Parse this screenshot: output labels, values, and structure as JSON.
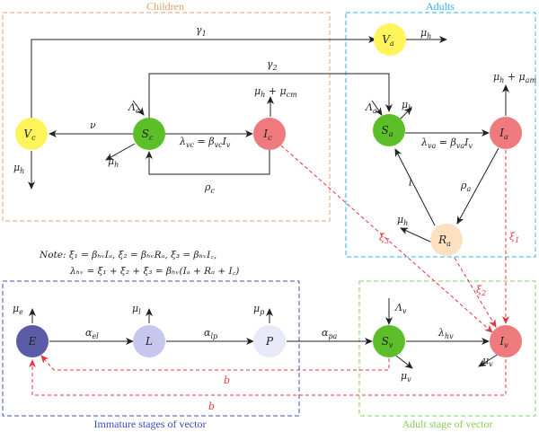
{
  "boxes": {
    "children": {
      "title": "Children",
      "color": "#e0a070"
    },
    "adults": {
      "title": "Adults",
      "color": "#2eb4e8"
    },
    "immature": {
      "title": "Immature stages of vector",
      "color": "#3b4cc0"
    },
    "adult_vector": {
      "title": "Adult stage of vector",
      "color": "#86d05a"
    }
  },
  "nodes": {
    "Vc": {
      "main": "V",
      "sub": "c",
      "fill": "#fff45c"
    },
    "Sc": {
      "main": "S",
      "sub": "c",
      "fill": "#5cbf2a"
    },
    "Ic": {
      "main": "I",
      "sub": "c",
      "fill": "#ee7a7e"
    },
    "Va": {
      "main": "V",
      "sub": "a",
      "fill": "#fff45c"
    },
    "Sa": {
      "main": "S",
      "sub": "a",
      "fill": "#5cbf2a"
    },
    "Ia": {
      "main": "I",
      "sub": "a",
      "fill": "#ee7a7e"
    },
    "Ra": {
      "main": "R",
      "sub": "a",
      "fill": "#fde0c0"
    },
    "E": {
      "main": "E",
      "sub": "",
      "fill": "#5a5ca8"
    },
    "L": {
      "main": "L",
      "sub": "",
      "fill": "#c6c6ee"
    },
    "P": {
      "main": "P",
      "sub": "",
      "fill": "#e8e8f8"
    },
    "Sv": {
      "main": "S",
      "sub": "v",
      "fill": "#5cbf2a"
    },
    "Iv": {
      "main": "I",
      "sub": "v",
      "fill": "#ee7a7e"
    }
  },
  "labels": {
    "gamma1": {
      "main": "γ",
      "sub": "1"
    },
    "gamma2": {
      "main": "γ",
      "sub": "2"
    },
    "mu_h_Va": {
      "main": "μ",
      "sub": "h"
    },
    "nu": {
      "main": "ν",
      "sub": ""
    },
    "lambda_c_in": {
      "main": "Λ",
      "sub": "c"
    },
    "mu_h_Sc": {
      "main": "μ",
      "sub": "h"
    },
    "mu_h_Vc": {
      "main": "μ",
      "sub": "h"
    },
    "lambda_vc": {
      "text": "λ",
      "sub": "vc",
      "rest": " = β",
      "sub2": "vc",
      "tail": "I",
      "sub3": "v"
    },
    "mu_Ic": {
      "text": "μ",
      "sub": "h",
      "mid": " + μ",
      "sub2": "cm"
    },
    "rho_c": {
      "main": "ρ",
      "sub": "c"
    },
    "lambda_a_in": {
      "main": "Λ",
      "sub": "a"
    },
    "mu_h_Sa": {
      "main": "μ",
      "sub": "h"
    },
    "lambda_va": {
      "text": "λ",
      "sub": "va",
      "rest": " = β",
      "sub2": "va",
      "tail": "I",
      "sub3": "v"
    },
    "mu_Ia": {
      "text": "μ",
      "sub": "h",
      "mid": " + μ",
      "sub2": "am"
    },
    "l": {
      "main": "l",
      "sub": ""
    },
    "rho_a": {
      "main": "ρ",
      "sub": "a"
    },
    "mu_h_Ra": {
      "main": "μ",
      "sub": "h"
    },
    "xi3": {
      "main": "ξ",
      "sub": "3"
    },
    "xi2": {
      "main": "ξ",
      "sub": "2"
    },
    "xi1": {
      "main": "ξ",
      "sub": "1"
    },
    "mu_e": {
      "main": "μ",
      "sub": "e"
    },
    "mu_l": {
      "main": "μ",
      "sub": "l"
    },
    "mu_p": {
      "main": "μ",
      "sub": "p"
    },
    "alpha_el": {
      "main": "α",
      "sub": "el"
    },
    "alpha_lp": {
      "main": "α",
      "sub": "lp"
    },
    "alpha_pa": {
      "main": "α",
      "sub": "pa"
    },
    "lambda_v_in": {
      "main": "Λ",
      "sub": "v"
    },
    "lambda_hv": {
      "main": "λ",
      "sub": "hv"
    },
    "mu_v_Sv": {
      "main": "μ",
      "sub": "v"
    },
    "mu_v_Iv": {
      "main": "μ",
      "sub": "v"
    },
    "b1": {
      "main": "b",
      "sub": ""
    },
    "b2": {
      "main": "b",
      "sub": ""
    }
  },
  "note": {
    "line1": "Note: ξ₁ = βₕᵥIₐ, ξ₂ = βₕᵥRₐ, ξ₃ = βₕᵥI꜀,",
    "line2": "λₕᵥ = ξ₁ + ξ₂ + ξ₃ = βₕᵥ(Iₐ + Rₐ + I꜀)"
  },
  "colors": {
    "arrow": "#222222",
    "infection": "#e8343a"
  }
}
